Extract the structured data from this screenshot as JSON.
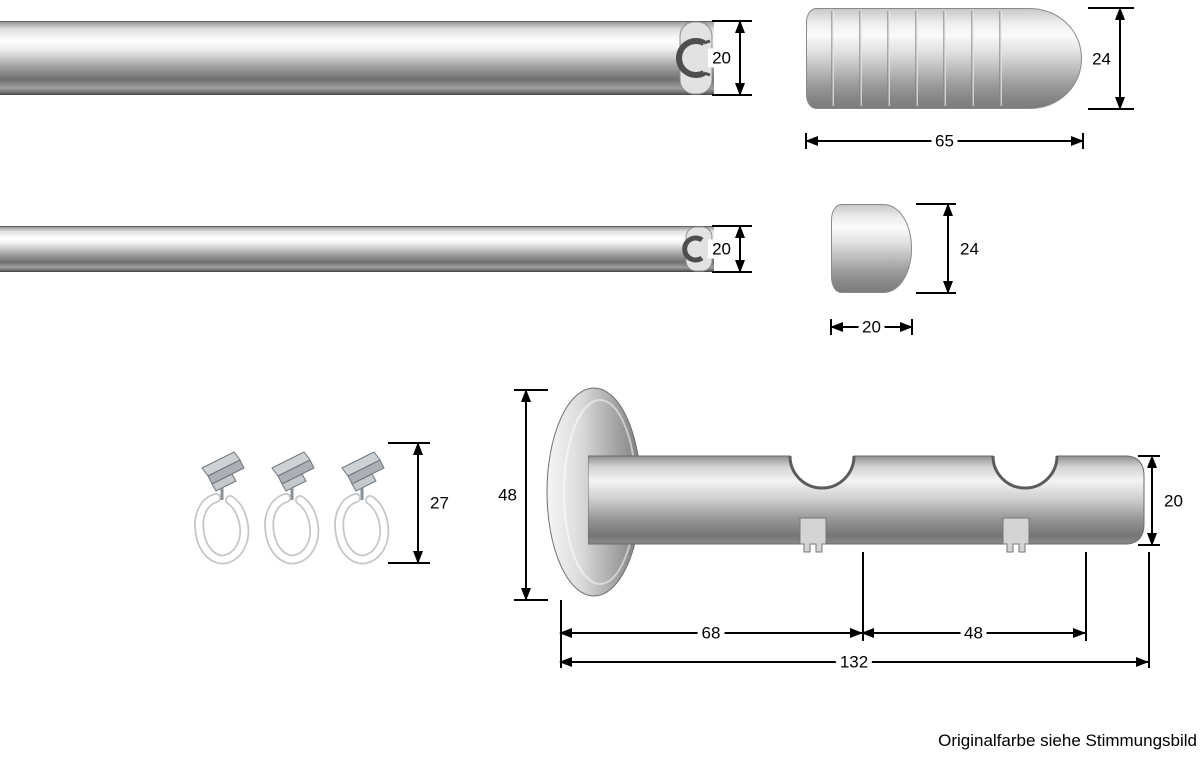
{
  "note": "Originalfarbe siehe Stimmungsbild",
  "dimensions": {
    "rail_top_diameter": "20",
    "endcap_large_diameter": "24",
    "endcap_large_length": "65",
    "rail_bottom_diameter": "20",
    "endcap_small_diameter": "24",
    "endcap_small_length": "20",
    "glider_height": "27",
    "bracket_plate_diameter": "48",
    "bracket_arm_diameter": "20",
    "bracket_wall_to_first_track": "68",
    "bracket_track_spacing": "48",
    "bracket_total_depth": "132"
  }
}
